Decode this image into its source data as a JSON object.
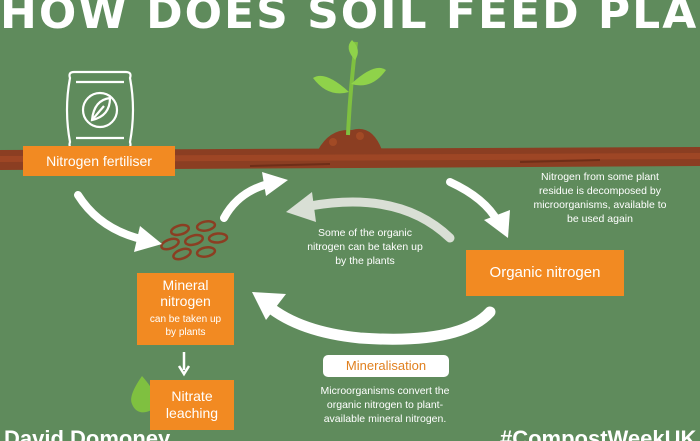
{
  "title": "HOW DOES SOIL FEED PLANTS?",
  "boxes": {
    "nitrogen_fertiliser": "Nitrogen fertiliser",
    "organic_nitrogen": "Organic nitrogen",
    "mineral_nitrogen_line1": "Mineral",
    "mineral_nitrogen_line2": "nitrogen",
    "mineral_nitrogen_sub1": "can be taken up",
    "mineral_nitrogen_sub2": "by plants",
    "nitrate_line1": "Nitrate",
    "nitrate_line2": "leaching"
  },
  "notes": {
    "decomposed_1": "Nitrogen from some plant",
    "decomposed_2": "residue is decomposed by",
    "decomposed_3": "microorganisms, available to",
    "decomposed_4": "be used again",
    "uptake_1": "Some of the organic",
    "uptake_2": "nitrogen can be taken up",
    "uptake_3": "by the plants",
    "microbes_1": "Microorganisms convert the",
    "microbes_2": "organic nitrogen to plant-",
    "microbes_3": "available mineral nitrogen."
  },
  "mineralisation_label": "Mineralisation",
  "footer": {
    "author": "David Domoney",
    "hashtag": "#CompostWeekUK"
  },
  "colors": {
    "background": "#5f8b5c",
    "accent_orange": "#f28a22",
    "soil_brown": "#8b3e22",
    "leaf_green": "#7fc040"
  }
}
